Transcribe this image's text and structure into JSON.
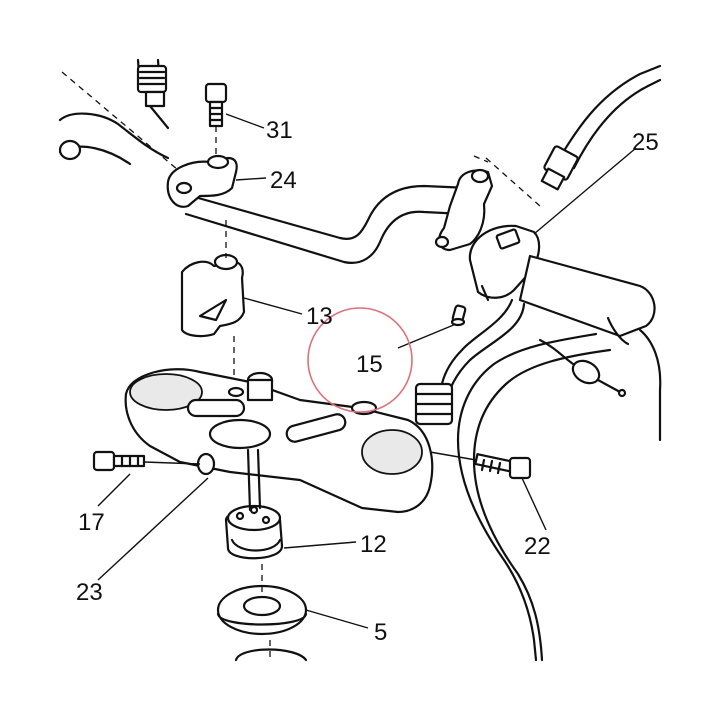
{
  "callouts": {
    "c31": "31",
    "c24": "24",
    "c25": "25",
    "c13": "13",
    "c15": "15",
    "c17": "17",
    "c22": "22",
    "c12": "12",
    "c23": "23",
    "c5": "5"
  },
  "highlight": {
    "color": "#d9727a",
    "target": "15"
  }
}
